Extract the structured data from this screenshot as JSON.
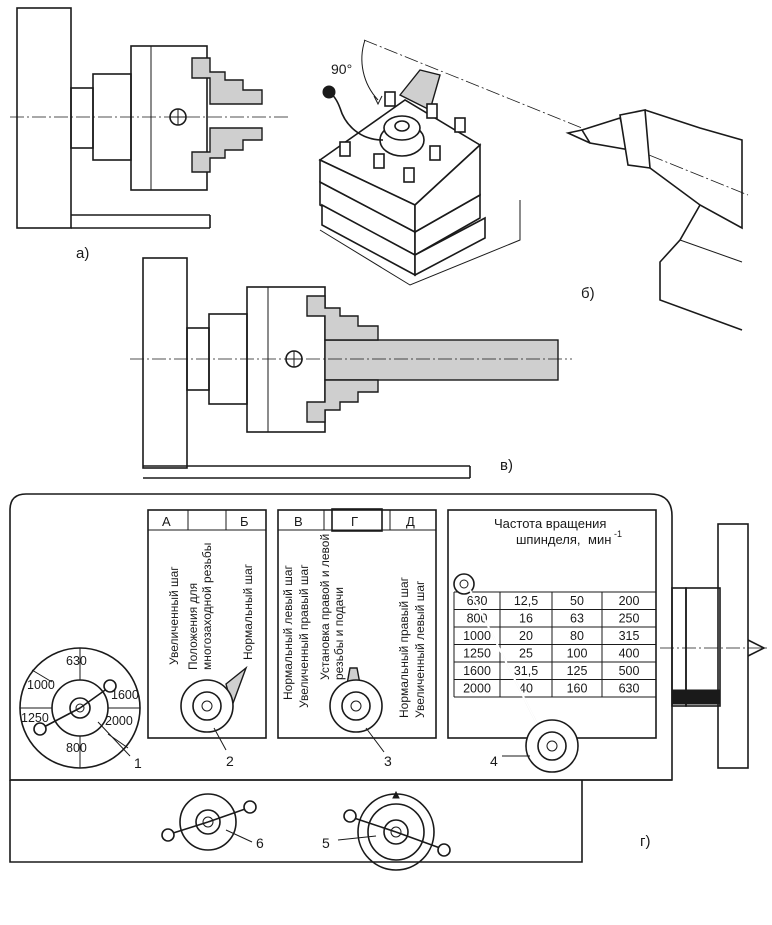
{
  "labels": {
    "a": "а)",
    "b": "б)",
    "v": "в)",
    "g": "г)",
    "angle": "90°"
  },
  "dial1": {
    "values": [
      "630",
      "1000",
      "1600",
      "1250",
      "2000",
      "800"
    ],
    "number": "1"
  },
  "panel_ab": {
    "headers": [
      "А",
      "Б"
    ],
    "texts": [
      "Увеличенный шаг",
      "Положения для многозаходной резьбы",
      "Нормальный шаг"
    ],
    "number": "2"
  },
  "panel_vgd": {
    "headers": [
      "В",
      "Г",
      "Д"
    ],
    "texts": [
      "Нормальный левый шаг",
      "Увеличенный правый шаг",
      "Установка правой и левой резьбы и подачи",
      "Нормальный правый шаг",
      "Увеличенный левый шаг"
    ],
    "number": "3"
  },
  "speed_table": {
    "title": "Частота вращения",
    "title2": "шпинделя,",
    "unit": "мин",
    "unit_exp": "-1",
    "rows": [
      [
        "630",
        "12,5",
        "50",
        "200"
      ],
      [
        "800",
        "16",
        "63",
        "250"
      ],
      [
        "1000",
        "20",
        "80",
        "315"
      ],
      [
        "1250",
        "25",
        "100",
        "400"
      ],
      [
        "1600",
        "31,5",
        "125",
        "500"
      ],
      [
        "2000",
        "40",
        "160",
        "630"
      ]
    ],
    "number": "4"
  },
  "lower_numbers": [
    "5",
    "6"
  ]
}
